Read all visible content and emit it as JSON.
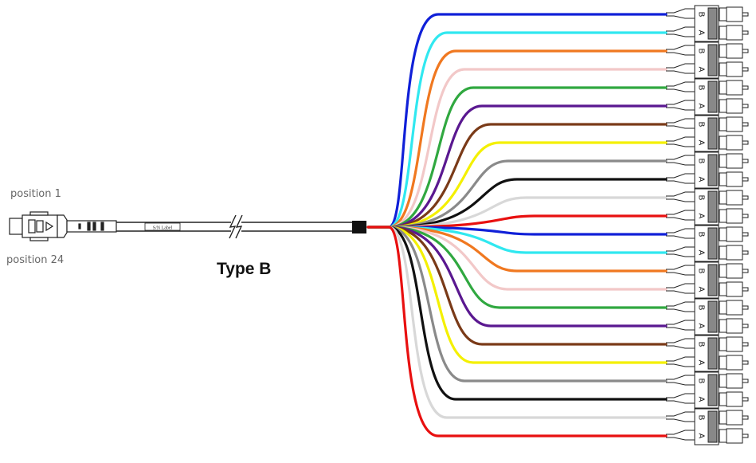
{
  "labels": {
    "position_top": "position 1",
    "position_bottom": "position 24",
    "type": "Type B",
    "sn_label": "S/N Label",
    "connector_top": "B",
    "connector_bottom": "A"
  },
  "fiber_colors": [
    {
      "name": "blue",
      "hex": "#1020d8"
    },
    {
      "name": "aqua",
      "hex": "#30e8f0"
    },
    {
      "name": "orange",
      "hex": "#f07820"
    },
    {
      "name": "rose",
      "hex": "#f2c8c8"
    },
    {
      "name": "green",
      "hex": "#30a840"
    },
    {
      "name": "violet",
      "hex": "#5a1890"
    },
    {
      "name": "brown",
      "hex": "#7a3a18"
    },
    {
      "name": "yellow",
      "hex": "#f4f000"
    },
    {
      "name": "slate",
      "hex": "#8a8a8a"
    },
    {
      "name": "black",
      "hex": "#111111"
    },
    {
      "name": "white",
      "hex": "#d8d8d8"
    },
    {
      "name": "red",
      "hex": "#e81010"
    }
  ],
  "fiber_count": 24,
  "duplex_connector_count": 12
}
